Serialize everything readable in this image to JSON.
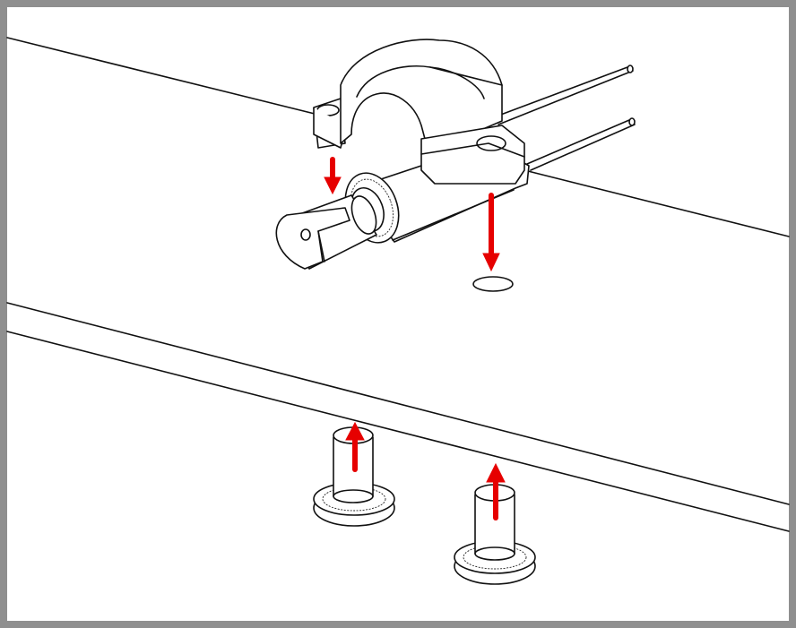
{
  "figure": {
    "description_visible_text": "",
    "frame_color": "#8f8f8f",
    "arrow_color": "#e60000",
    "line_color": "#111111",
    "background_color": "#ffffff"
  },
  "parts": [
    {
      "name": "clamp-bracket"
    },
    {
      "name": "rotary-switch-body"
    },
    {
      "name": "lead-wire"
    },
    {
      "name": "mounting-hole"
    },
    {
      "name": "screw"
    }
  ],
  "arrows": [
    {
      "name": "arrow-clamp-down",
      "direction": "down"
    },
    {
      "name": "arrow-hole-down",
      "direction": "down"
    },
    {
      "name": "arrow-screw-left-up",
      "direction": "up"
    },
    {
      "name": "arrow-screw-right-up",
      "direction": "up"
    }
  ]
}
